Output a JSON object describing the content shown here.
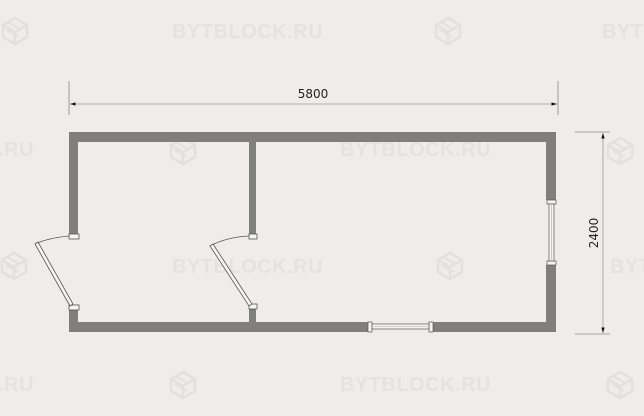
{
  "watermark": {
    "text": "BYTBLOCK.RU",
    "partial_text": ".RU",
    "partial_text_right": "BYTE",
    "icon": "cube-logo-icon",
    "color": "#e4e3e1"
  },
  "plan": {
    "wall_color": "#7f7f7e",
    "background_color": "#eeedeb",
    "rooms": [
      {
        "name": "left-room"
      },
      {
        "name": "right-room"
      }
    ],
    "doors": [
      {
        "name": "entrance-door",
        "location": "left-wall"
      },
      {
        "name": "interior-door",
        "location": "partition-wall"
      }
    ],
    "windows": [
      {
        "name": "right-window",
        "location": "right-wall"
      },
      {
        "name": "bottom-window",
        "location": "bottom-wall"
      }
    ]
  },
  "dimensions": {
    "length": "5800",
    "width": "2400"
  }
}
